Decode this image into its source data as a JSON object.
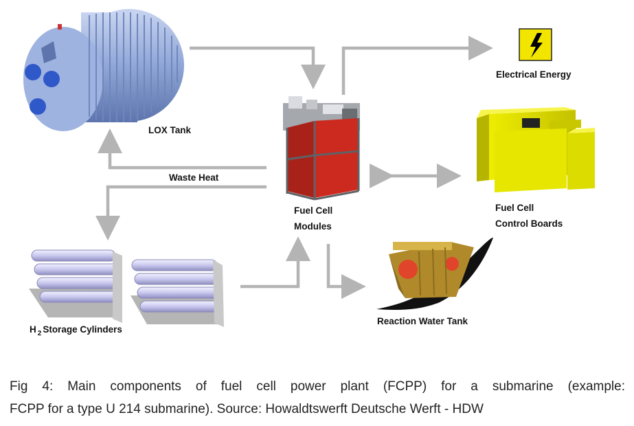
{
  "diagram": {
    "labels": {
      "lox_tank": "LOX Tank",
      "waste_heat": "Waste Heat",
      "fuel_cell_modules_line1": "Fuel Cell",
      "fuel_cell_modules_line2": "Modules",
      "electrical_energy": "Electrical Energy",
      "control_boards_line1": "Fuel Cell",
      "control_boards_line2": "Control Boards",
      "reaction_water_tank": "Reaction Water Tank",
      "h2_prefix": "H",
      "h2_subscript": "2",
      "h2_suffix": "Storage Cylinders"
    },
    "colors": {
      "arrow": "#b4b4b4",
      "lox_tank": "#8fa6d6",
      "fuel_cell_panel": "#cc2a1f",
      "control_boards": "#e0df00",
      "electrical_icon_bg": "#f2e600",
      "water_tank": "#b08a2a",
      "cylinders": "#c9c8ee"
    },
    "icons": [
      "lightning-bolt-icon"
    ]
  },
  "caption": {
    "line1": "Fig 4: Main components of fuel cell power plant (FCPP) for a submarine (example:",
    "line2": "FCPP for a type U 214 submarine).  Source: Howaldtswerft Deutsche Werft - HDW"
  }
}
